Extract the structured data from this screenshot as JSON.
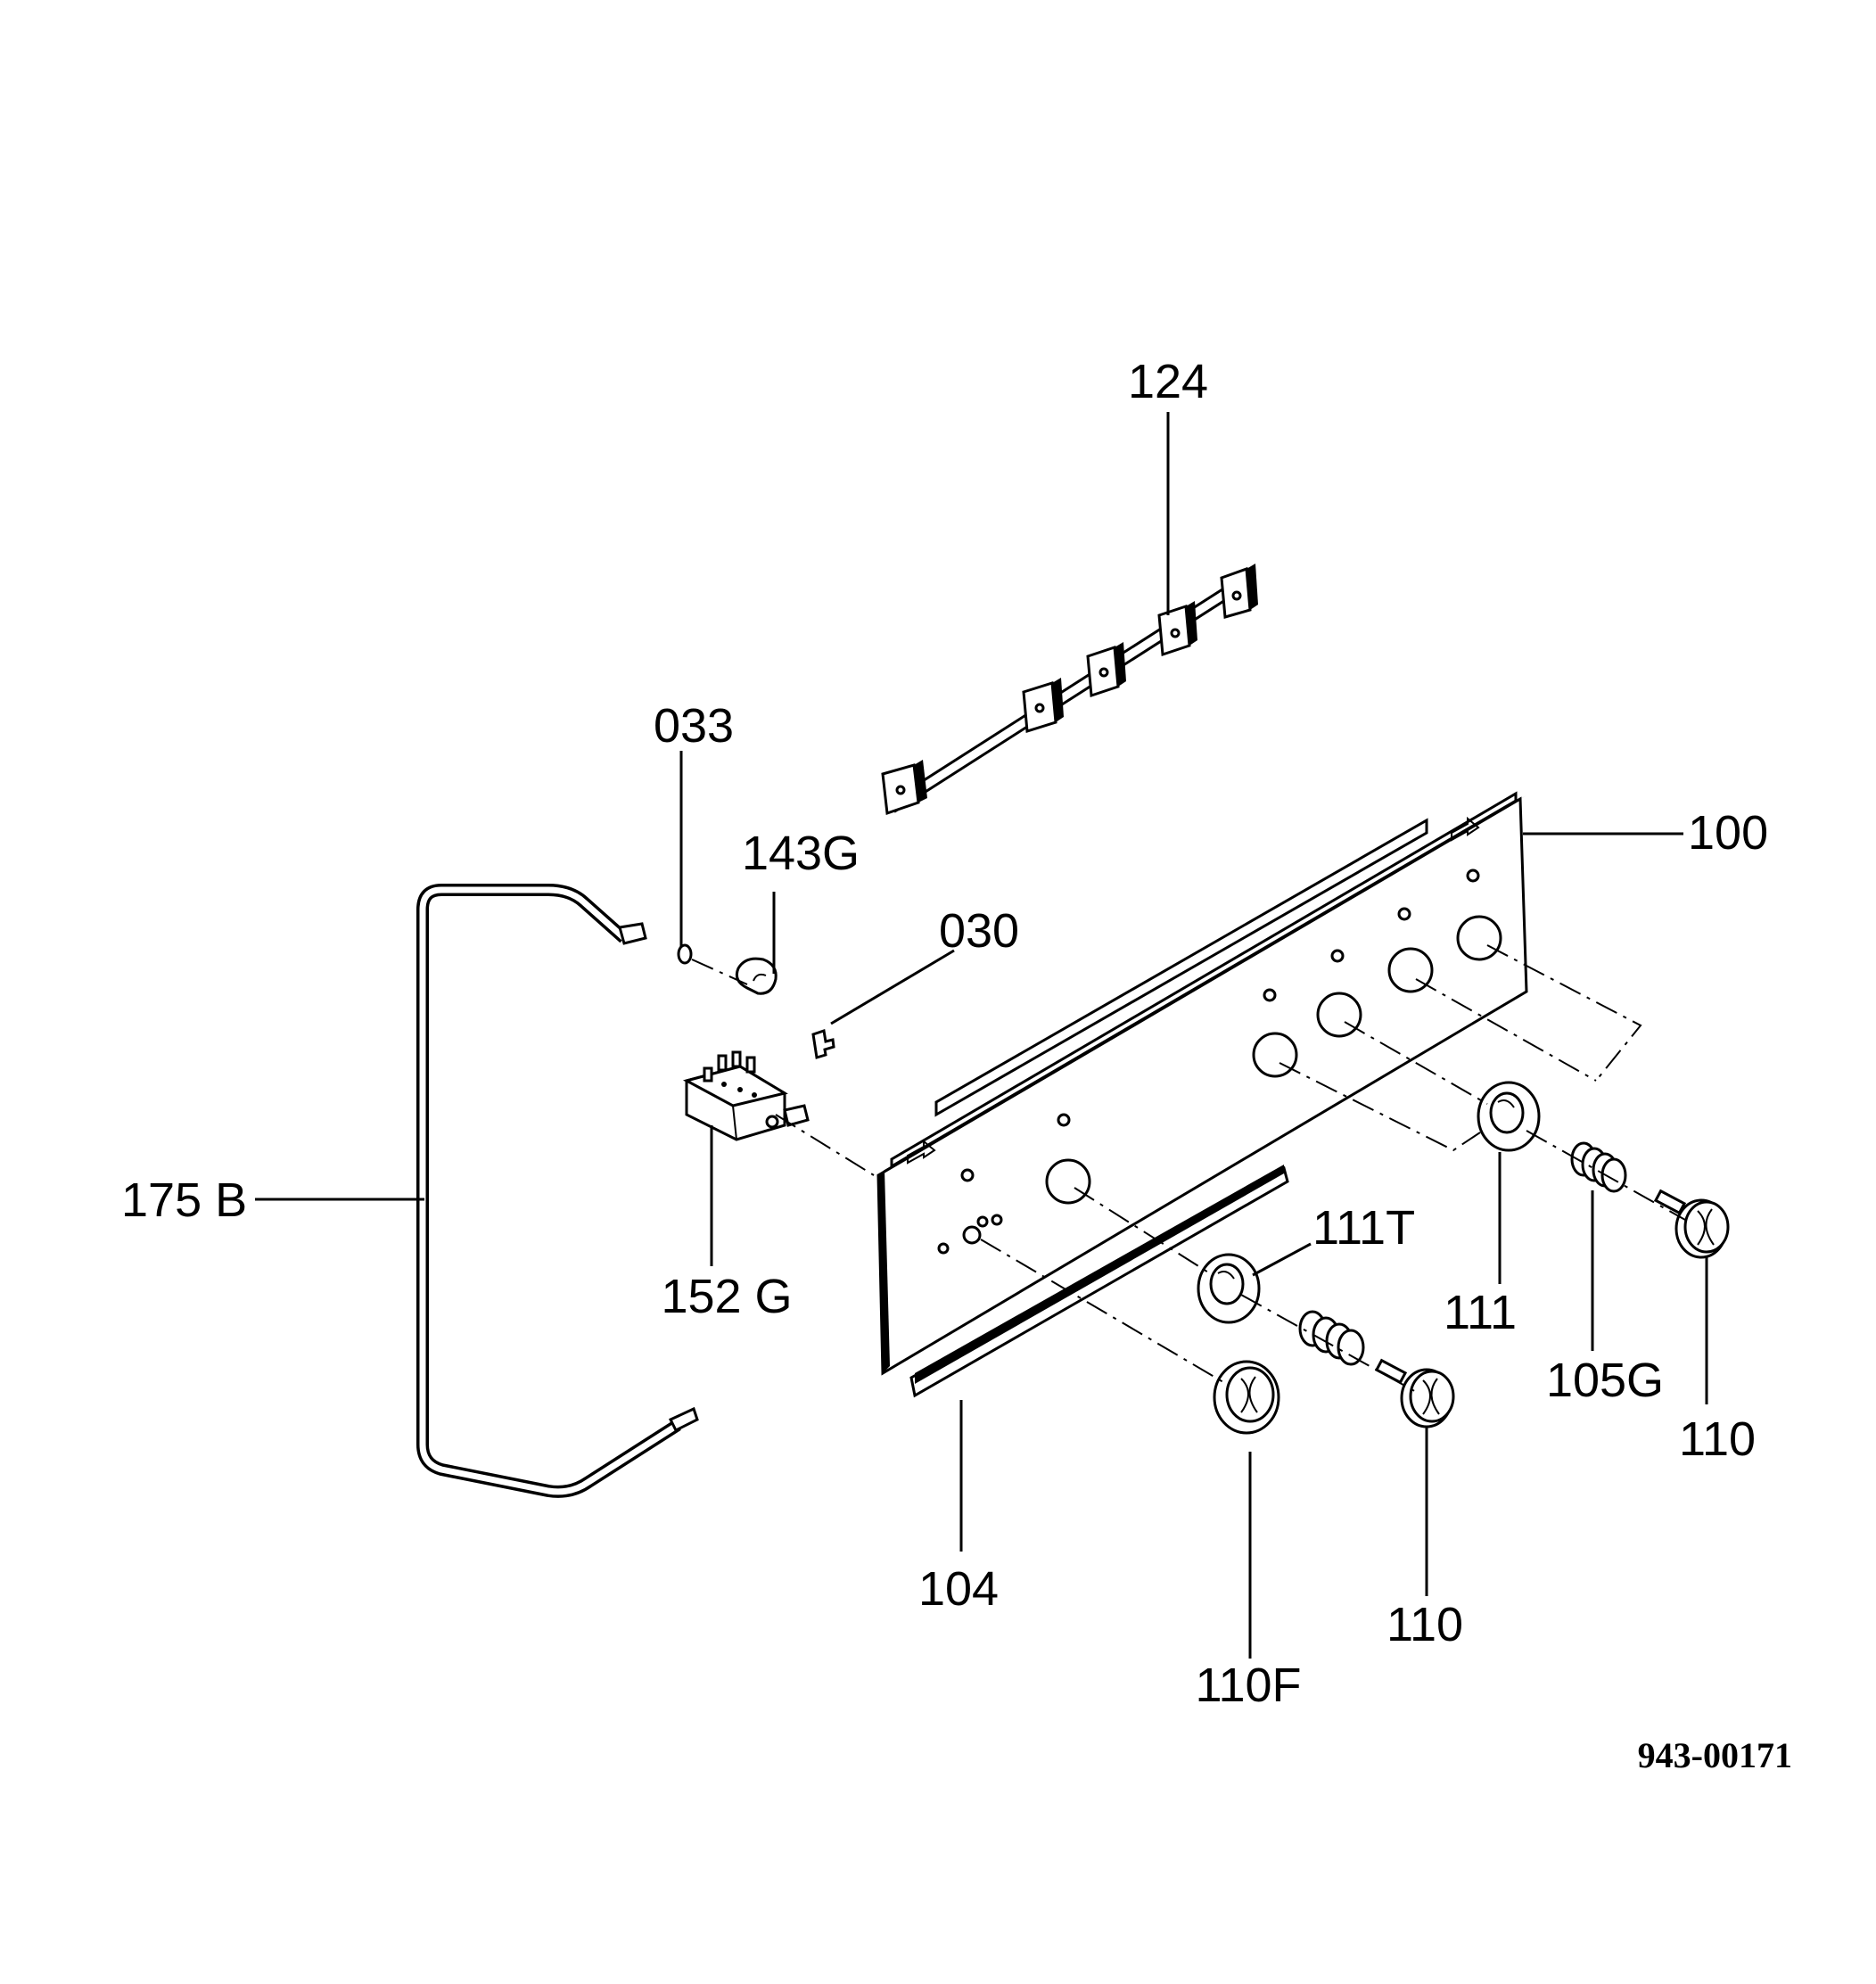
{
  "diagram_code": "943-00171",
  "part_labels": {
    "p124": "124",
    "p033": "033",
    "p143G": "143G",
    "p030": "030",
    "p100": "100",
    "p175B": "175 B",
    "p152G": "152 G",
    "p111T": "111T",
    "p111": "111",
    "p105G": "105G",
    "p110_right": "110",
    "p110_center": "110",
    "p104": "104",
    "p110F": "110F"
  }
}
